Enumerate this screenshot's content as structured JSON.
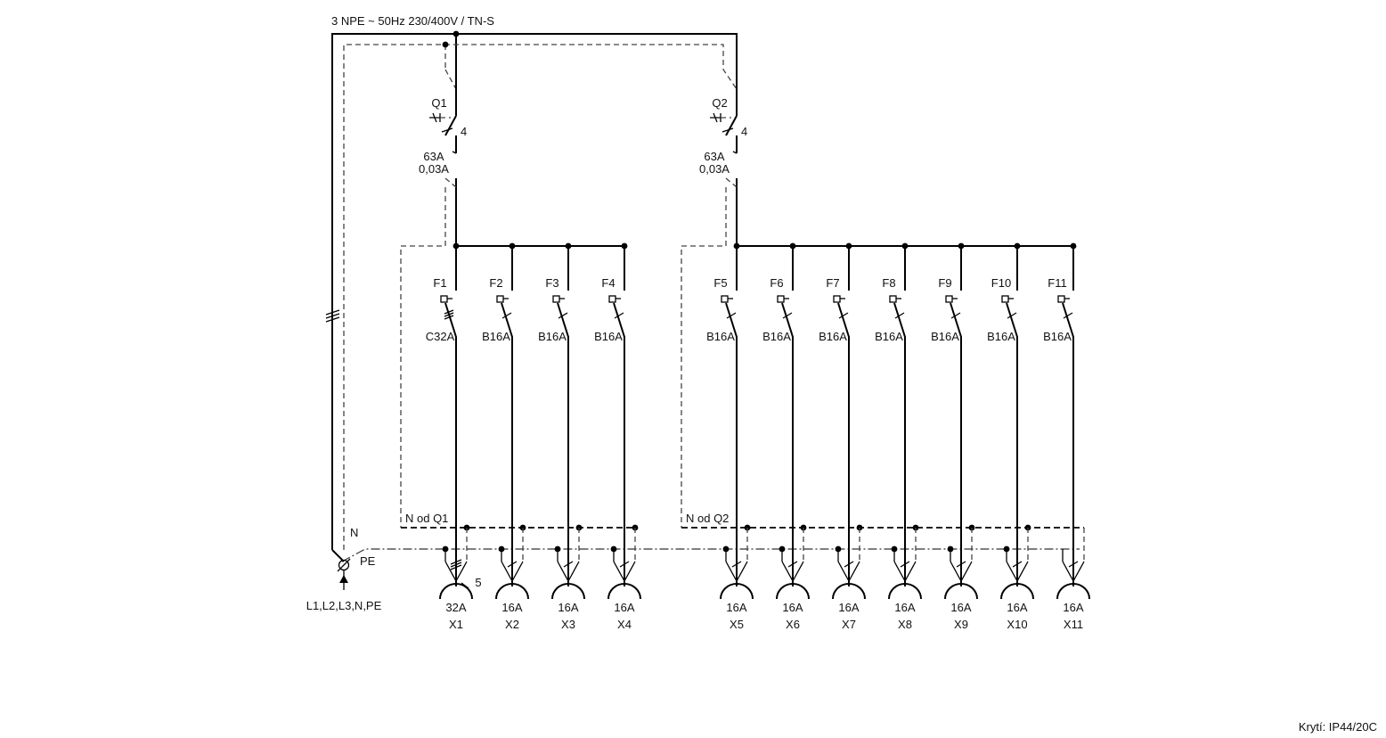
{
  "supply": "3 NPE ~ 50Hz  230/400V / TN-S",
  "protection": "Krytí: IP44/20C",
  "feed": {
    "n_label": "N",
    "pe_label": "PE",
    "input_label": "L1,L2,L3,N,PE"
  },
  "rcds": [
    {
      "id": "Q1",
      "poles": "4",
      "rating": "63A",
      "sensitivity": "0,03A",
      "n_label": "N od Q1"
    },
    {
      "id": "Q2",
      "poles": "4",
      "rating": "63A",
      "sensitivity": "0,03A",
      "n_label": "N od Q2"
    }
  ],
  "breakers": [
    {
      "id": "F1",
      "rating": "C32A"
    },
    {
      "id": "F2",
      "rating": "B16A"
    },
    {
      "id": "F3",
      "rating": "B16A"
    },
    {
      "id": "F4",
      "rating": "B16A"
    },
    {
      "id": "F5",
      "rating": "B16A"
    },
    {
      "id": "F6",
      "rating": "B16A"
    },
    {
      "id": "F7",
      "rating": "B16A"
    },
    {
      "id": "F8",
      "rating": "B16A"
    },
    {
      "id": "F9",
      "rating": "B16A"
    },
    {
      "id": "F10",
      "rating": "B16A"
    },
    {
      "id": "F11",
      "rating": "B16A"
    }
  ],
  "sockets": [
    {
      "id": "X1",
      "rating": "32A",
      "poles": "5"
    },
    {
      "id": "X2",
      "rating": "16A"
    },
    {
      "id": "X3",
      "rating": "16A"
    },
    {
      "id": "X4",
      "rating": "16A"
    },
    {
      "id": "X5",
      "rating": "16A"
    },
    {
      "id": "X6",
      "rating": "16A"
    },
    {
      "id": "X7",
      "rating": "16A"
    },
    {
      "id": "X8",
      "rating": "16A"
    },
    {
      "id": "X9",
      "rating": "16A"
    },
    {
      "id": "X10",
      "rating": "16A"
    },
    {
      "id": "X11",
      "rating": "16A"
    }
  ]
}
